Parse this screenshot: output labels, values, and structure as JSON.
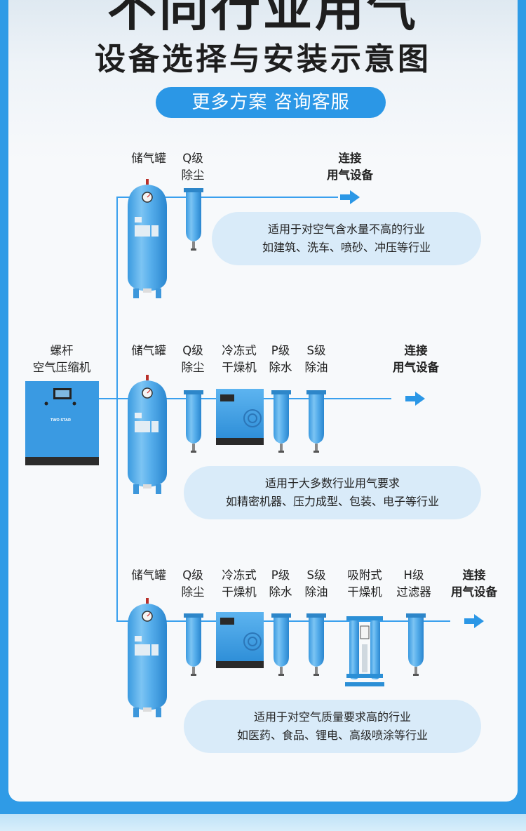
{
  "header": {
    "title_line1": "不同行业用气",
    "title_line2": "设备选择与安装示意图",
    "consult_button": "更多方案 咨询客服"
  },
  "compressor": {
    "label1": "螺杆",
    "label2": "空气压缩机",
    "brand": "TWO STAR"
  },
  "rows": [
    {
      "tank": "储气罐",
      "q": [
        "Q级",
        "除尘"
      ],
      "connect": [
        "连接",
        "用气设备"
      ],
      "note": [
        "适用于对空气含水量不高的行业",
        "如建筑、洗车、喷砂、冲压等行业"
      ]
    },
    {
      "tank": "储气罐",
      "q": [
        "Q级",
        "除尘"
      ],
      "dryer": [
        "冷冻式",
        "干燥机"
      ],
      "p": [
        "P级",
        "除水"
      ],
      "s": [
        "S级",
        "除油"
      ],
      "connect": [
        "连接",
        "用气设备"
      ],
      "note": [
        "适用于大多数行业用气要求",
        "如精密机器、压力成型、包装、电子等行业"
      ]
    },
    {
      "tank": "储气罐",
      "q": [
        "Q级",
        "除尘"
      ],
      "dryer": [
        "冷冻式",
        "干燥机"
      ],
      "p": [
        "P级",
        "除水"
      ],
      "s": [
        "S级",
        "除油"
      ],
      "adsorb": [
        "吸附式",
        "干燥机"
      ],
      "h": [
        "H级",
        "过滤器"
      ],
      "connect": [
        "连接",
        "用气设备"
      ],
      "note": [
        "适用于对空气质量要求高的行业",
        "如医药、食品、锂电、高级喷涂等行业"
      ]
    }
  ],
  "colors": {
    "accent": "#2b97e6",
    "equipment": "#4aa8ea",
    "note_bg": "#d9ebf9"
  }
}
